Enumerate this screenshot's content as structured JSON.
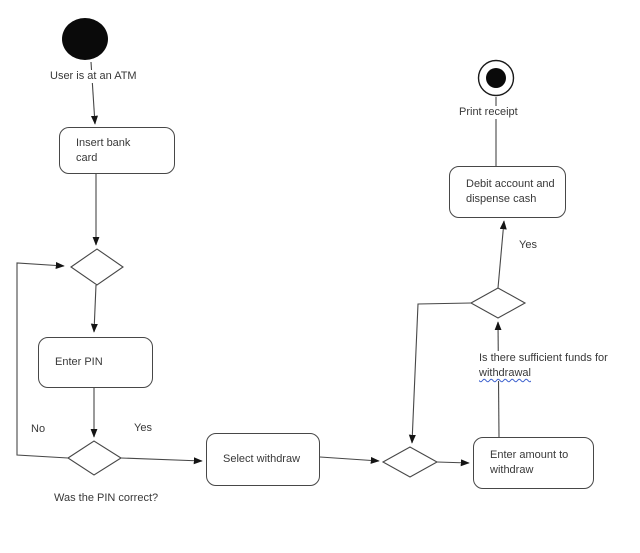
{
  "nodes": {
    "start": {
      "label": "User is at an ATM"
    },
    "insert_card": {
      "line1": "Insert bank",
      "line2": "card"
    },
    "enter_pin": {
      "label": "Enter PIN"
    },
    "select_withdraw": {
      "label": "Select withdraw"
    },
    "enter_amount": {
      "line1": "Enter amount to",
      "line2": "withdraw"
    },
    "debit_dispense": {
      "line1": "Debit account and",
      "line2": "dispense cash"
    },
    "end": {
      "label": "Print receipt"
    }
  },
  "decisions": {
    "pin_check": {
      "question": "Was the PIN correct?",
      "no_label": "No",
      "yes_label": "Yes"
    },
    "funds_check": {
      "question_line1": "Is there sufficient funds for",
      "question_line2": "withdrawal",
      "yes_label": "Yes"
    }
  },
  "colors": {
    "background": "#ffffff",
    "line": "#474747",
    "arrowhead": "#141414",
    "node_border": "#474747",
    "node_fill": "#ffffff",
    "text": "#383838",
    "start_node_fill": "#0a0a0a",
    "end_node_fill": "#0a0a0a",
    "spellcheck_wave": "#3a5fcd"
  }
}
